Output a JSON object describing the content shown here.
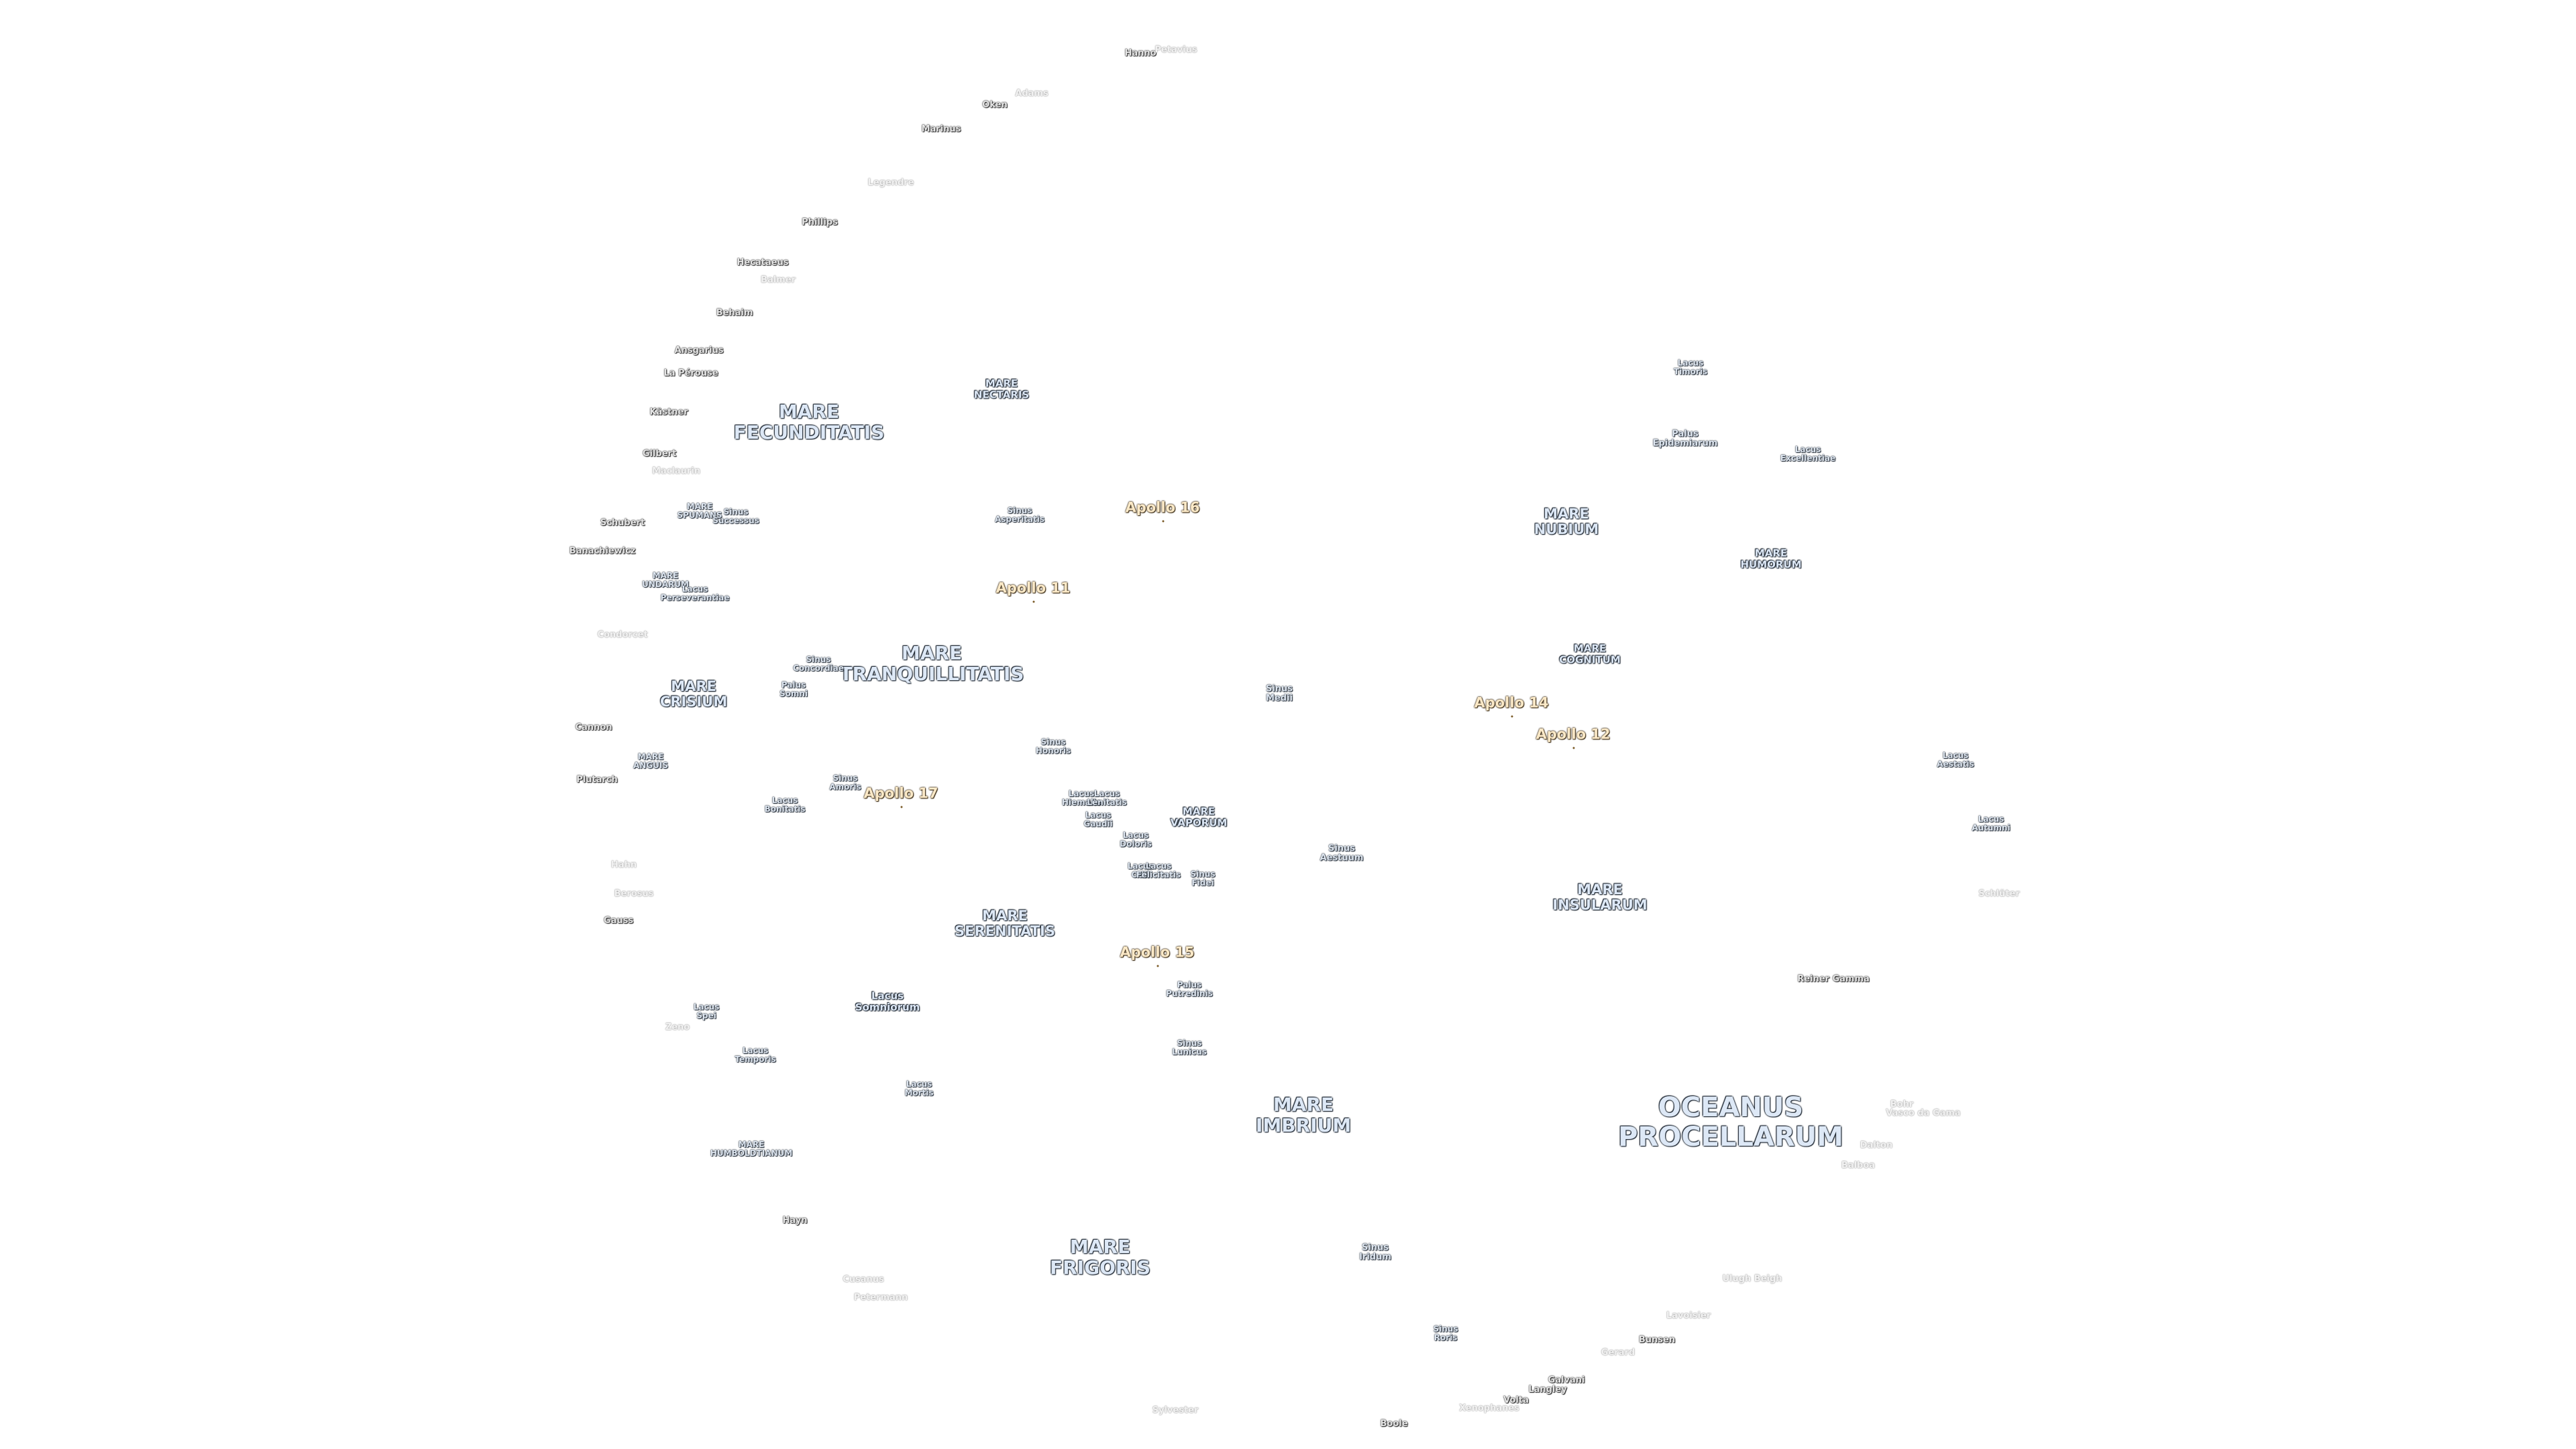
{
  "map": {
    "labels": [
      {
        "id": "oceanus-procellarum",
        "kind": "mare",
        "cls": "s-oceanus",
        "lines": [
          "OCEANUS",
          "PROCELLARUM"
        ]
      },
      {
        "id": "mare-imbrium",
        "kind": "mare",
        "cls": "s-mare-lg",
        "lines": [
          "MARE",
          "IMBRIUM"
        ]
      },
      {
        "id": "mare-frigoris",
        "kind": "mare",
        "cls": "s-mare-lg",
        "lines": [
          "MARE",
          "FRIGORIS"
        ]
      },
      {
        "id": "mare-serenitatis",
        "kind": "mare",
        "cls": "s-mare",
        "lines": [
          "MARE",
          "SERENITATIS"
        ]
      },
      {
        "id": "mare-tranquillitatis",
        "kind": "mare",
        "cls": "s-mare-lg",
        "lines": [
          "MARE",
          "TRANQUILLITATIS"
        ]
      },
      {
        "id": "mare-fecunditatis",
        "kind": "mare",
        "cls": "s-mare-lg",
        "lines": [
          "MARE",
          "FECUNDITATIS"
        ]
      },
      {
        "id": "mare-crisium",
        "kind": "mare",
        "cls": "s-mare",
        "lines": [
          "MARE",
          "CRISIUM"
        ]
      },
      {
        "id": "mare-nectaris",
        "kind": "mare",
        "cls": "s-mare-sm",
        "lines": [
          "MARE",
          "NECTARIS"
        ]
      },
      {
        "id": "mare-nubium",
        "kind": "mare",
        "cls": "s-mare",
        "lines": [
          "MARE",
          "NUBIUM"
        ]
      },
      {
        "id": "mare-humorum",
        "kind": "mare",
        "cls": "s-mare-sm",
        "lines": [
          "MARE",
          "HUMORUM"
        ]
      },
      {
        "id": "mare-cognitum",
        "kind": "mare",
        "cls": "s-mare-sm",
        "lines": [
          "MARE",
          "COGNITUM"
        ]
      },
      {
        "id": "mare-insularum",
        "kind": "mare",
        "cls": "s-mare",
        "lines": [
          "MARE",
          "INSULARUM"
        ]
      },
      {
        "id": "mare-vaporum",
        "kind": "mare",
        "cls": "s-mare-sm",
        "lines": [
          "MARE",
          "VAPORUM"
        ]
      },
      {
        "id": "mare-humboldtianum",
        "kind": "small",
        "cls": "s-tiny",
        "lines": [
          "MARE",
          "HUMBOLDTIANUM"
        ]
      },
      {
        "id": "mare-anguis",
        "kind": "small",
        "cls": "s-tiny",
        "lines": [
          "MARE",
          "ANGUIS"
        ]
      },
      {
        "id": "mare-undarum",
        "kind": "small",
        "cls": "s-tiny",
        "lines": [
          "MARE",
          "UNDARUM"
        ]
      },
      {
        "id": "mare-spumans",
        "kind": "small",
        "cls": "s-tiny",
        "lines": [
          "MARE",
          "SPUMANS"
        ]
      },
      {
        "id": "lacus-somniorum",
        "kind": "mare",
        "cls": "s-mare-sm",
        "lines": [
          "Lacus",
          "Somniorum"
        ]
      },
      {
        "id": "lacus-temporis",
        "kind": "small",
        "cls": "s-tiny",
        "lines": [
          "Lacus",
          "Temporis"
        ]
      },
      {
        "id": "lacus-spei",
        "kind": "small",
        "cls": "s-tiny",
        "lines": [
          "Lacus",
          "Spei"
        ]
      },
      {
        "id": "lacus-mortis",
        "kind": "small",
        "cls": "s-tiny",
        "lines": [
          "Lacus",
          "Mortis"
        ]
      },
      {
        "id": "lacus-bonitatis",
        "kind": "small",
        "cls": "s-tiny",
        "lines": [
          "Lacus",
          "Bonitatis"
        ]
      },
      {
        "id": "lacus-hiemalis",
        "kind": "small",
        "cls": "s-tiny",
        "lines": [
          "Lacus",
          "Hiemalis"
        ]
      },
      {
        "id": "lacus-lenitatis",
        "kind": "small",
        "cls": "s-tiny",
        "lines": [
          "Lacus",
          "Lenitatis"
        ]
      },
      {
        "id": "lacus-gaudii",
        "kind": "small",
        "cls": "s-tiny",
        "lines": [
          "Lacus",
          "Gaudii"
        ]
      },
      {
        "id": "lacus-doloris",
        "kind": "small",
        "cls": "s-tiny",
        "lines": [
          "Lacus",
          "Doloris"
        ]
      },
      {
        "id": "lacus-odii",
        "kind": "small",
        "cls": "s-tiny",
        "lines": [
          "Lacus",
          "Odii"
        ]
      },
      {
        "id": "lacus-felicitatis",
        "kind": "small",
        "cls": "s-tiny",
        "lines": [
          "Lacus",
          "Felicitatis"
        ]
      },
      {
        "id": "lacus-timoris",
        "kind": "small",
        "cls": "s-tiny",
        "lines": [
          "Lacus",
          "Timoris"
        ]
      },
      {
        "id": "lacus-excellentiae",
        "kind": "small",
        "cls": "s-tiny",
        "lines": [
          "Lacus",
          "Excellentiae"
        ]
      },
      {
        "id": "lacus-aestatis",
        "kind": "small",
        "cls": "s-tiny",
        "lines": [
          "Lacus",
          "Aestatis"
        ]
      },
      {
        "id": "lacus-autumni",
        "kind": "small",
        "cls": "s-tiny",
        "lines": [
          "Lacus",
          "Autumni"
        ]
      },
      {
        "id": "lacus-perseverantiae",
        "kind": "small",
        "cls": "s-tiny",
        "lines": [
          "Lacus",
          "Perseverantiae"
        ]
      },
      {
        "id": "sinus-iridum",
        "kind": "small",
        "cls": "s-crater",
        "lines": [
          "Sinus",
          "Iridum"
        ]
      },
      {
        "id": "sinus-roris",
        "kind": "small",
        "cls": "s-tiny",
        "lines": [
          "Sinus",
          "Roris"
        ]
      },
      {
        "id": "sinus-medii",
        "kind": "small",
        "cls": "s-crater",
        "lines": [
          "Sinus",
          "Medii"
        ]
      },
      {
        "id": "sinus-aestuum",
        "kind": "small",
        "cls": "s-crater",
        "lines": [
          "Sinus",
          "Aestuum"
        ]
      },
      {
        "id": "sinus-lunicus",
        "kind": "small",
        "cls": "s-tiny",
        "lines": [
          "Sinus",
          "Lunicus"
        ]
      },
      {
        "id": "sinus-fidei",
        "kind": "small",
        "cls": "s-tiny",
        "lines": [
          "Sinus",
          "Fidei"
        ]
      },
      {
        "id": "sinus-amoris",
        "kind": "small",
        "cls": "s-tiny",
        "lines": [
          "Sinus",
          "Amoris"
        ]
      },
      {
        "id": "sinus-concordiae",
        "kind": "small",
        "cls": "s-tiny",
        "lines": [
          "Sinus",
          "Concordiae"
        ]
      },
      {
        "id": "sinus-honoris",
        "kind": "small",
        "cls": "s-tiny",
        "lines": [
          "Sinus",
          "Honoris"
        ]
      },
      {
        "id": "sinus-asperitatis",
        "kind": "small",
        "cls": "s-tiny",
        "lines": [
          "Sinus",
          "Asperitatis"
        ]
      },
      {
        "id": "sinus-successus",
        "kind": "small",
        "cls": "s-tiny",
        "lines": [
          "Sinus",
          "Successus"
        ]
      },
      {
        "id": "palus-somni",
        "kind": "small",
        "cls": "s-tiny",
        "lines": [
          "Palus",
          "Somni"
        ]
      },
      {
        "id": "palus-putredinis",
        "kind": "small",
        "cls": "s-tiny",
        "lines": [
          "Palus",
          "Putredinis"
        ]
      },
      {
        "id": "palus-epidemiarum",
        "kind": "small",
        "cls": "s-crater",
        "lines": [
          "Palus",
          "Epidemiarum"
        ]
      },
      {
        "id": "apollo-11",
        "kind": "apollo",
        "cls": "s-apollo",
        "lines": [
          "Apollo 11"
        ]
      },
      {
        "id": "apollo-12",
        "kind": "apollo",
        "cls": "s-apollo",
        "lines": [
          "Apollo 12"
        ]
      },
      {
        "id": "apollo-14",
        "kind": "apollo",
        "cls": "s-apollo",
        "lines": [
          "Apollo 14"
        ]
      },
      {
        "id": "apollo-15",
        "kind": "apollo",
        "cls": "s-apollo",
        "lines": [
          "Apollo 15"
        ]
      },
      {
        "id": "apollo-16",
        "kind": "apollo",
        "cls": "s-apollo",
        "lines": [
          "Apollo 16"
        ]
      },
      {
        "id": "apollo-17",
        "kind": "apollo",
        "cls": "s-apollo",
        "lines": [
          "Apollo 17"
        ]
      },
      {
        "id": "reiner-gamma",
        "kind": "crater",
        "cls": "s-crater",
        "lines": [
          "Reiner Gamma"
        ]
      },
      {
        "id": "hanno",
        "kind": "crater",
        "cls": "s-crater",
        "lines": [
          "Hanno"
        ]
      },
      {
        "id": "petavius",
        "kind": "faint",
        "cls": "s-crater",
        "lines": [
          "Petavius"
        ]
      },
      {
        "id": "oken",
        "kind": "crater",
        "cls": "s-crater",
        "lines": [
          "Oken"
        ]
      },
      {
        "id": "marinus",
        "kind": "crater",
        "cls": "s-crater",
        "lines": [
          "Marinus"
        ]
      },
      {
        "id": "adams",
        "kind": "faint",
        "cls": "s-crater",
        "lines": [
          "Adams"
        ]
      },
      {
        "id": "legendre",
        "kind": "faint",
        "cls": "s-crater",
        "lines": [
          "Legendre"
        ]
      },
      {
        "id": "phillips",
        "kind": "crater",
        "cls": "s-crater",
        "lines": [
          "Phillips"
        ]
      },
      {
        "id": "hecataeus",
        "kind": "crater",
        "cls": "s-crater",
        "lines": [
          "Hecataeus"
        ]
      },
      {
        "id": "balmer",
        "kind": "faint",
        "cls": "s-crater",
        "lines": [
          "Balmer"
        ]
      },
      {
        "id": "behaim",
        "kind": "crater",
        "cls": "s-crater",
        "lines": [
          "Behaim"
        ]
      },
      {
        "id": "ansgarius",
        "kind": "crater",
        "cls": "s-crater",
        "lines": [
          "Ansgarius"
        ]
      },
      {
        "id": "la-perouse",
        "kind": "crater",
        "cls": "s-crater",
        "lines": [
          "La Pérouse"
        ]
      },
      {
        "id": "kastner",
        "kind": "crater",
        "cls": "s-crater",
        "lines": [
          "Kästner"
        ]
      },
      {
        "id": "gilbert",
        "kind": "crater",
        "cls": "s-crater",
        "lines": [
          "Gilbert"
        ]
      },
      {
        "id": "maclaurin",
        "kind": "faint",
        "cls": "s-crater",
        "lines": [
          "Maclaurin"
        ]
      },
      {
        "id": "schubert",
        "kind": "crater",
        "cls": "s-crater",
        "lines": [
          "Schubert"
        ]
      },
      {
        "id": "banachiewicz",
        "kind": "crater",
        "cls": "s-crater",
        "lines": [
          "Banachiewicz"
        ]
      },
      {
        "id": "condorcet",
        "kind": "faint",
        "cls": "s-crater",
        "lines": [
          "Condorcet"
        ]
      },
      {
        "id": "cannon",
        "kind": "crater",
        "cls": "s-crater",
        "lines": [
          "Cannon"
        ]
      },
      {
        "id": "plutarch",
        "kind": "crater",
        "cls": "s-crater",
        "lines": [
          "Plutarch"
        ]
      },
      {
        "id": "hahn",
        "kind": "faint",
        "cls": "s-crater",
        "lines": [
          "Hahn"
        ]
      },
      {
        "id": "berosus",
        "kind": "faint",
        "cls": "s-crater",
        "lines": [
          "Berosus"
        ]
      },
      {
        "id": "gauss",
        "kind": "crater",
        "cls": "s-crater",
        "lines": [
          "Gauss"
        ]
      },
      {
        "id": "zeno",
        "kind": "faint",
        "cls": "s-crater",
        "lines": [
          "Zeno"
        ]
      },
      {
        "id": "hayn",
        "kind": "crater",
        "cls": "s-crater",
        "lines": [
          "Hayn"
        ]
      },
      {
        "id": "cusanus",
        "kind": "faint",
        "cls": "s-crater",
        "lines": [
          "Cusanus"
        ]
      },
      {
        "id": "petermann",
        "kind": "faint",
        "cls": "s-crater",
        "lines": [
          "Petermann"
        ]
      },
      {
        "id": "sylvester",
        "kind": "faint",
        "cls": "s-crater",
        "lines": [
          "Sylvester"
        ]
      },
      {
        "id": "boole",
        "kind": "crater",
        "cls": "s-crater",
        "lines": [
          "Boole"
        ]
      },
      {
        "id": "xenophanes",
        "kind": "faint",
        "cls": "s-crater",
        "lines": [
          "Xenophanes"
        ]
      },
      {
        "id": "volta",
        "kind": "crater",
        "cls": "s-crater",
        "lines": [
          "Volta"
        ]
      },
      {
        "id": "langley",
        "kind": "crater",
        "cls": "s-crater",
        "lines": [
          "Langley"
        ]
      },
      {
        "id": "galvani",
        "kind": "crater",
        "cls": "s-crater",
        "lines": [
          "Galvani"
        ]
      },
      {
        "id": "gerard",
        "kind": "faint",
        "cls": "s-crater",
        "lines": [
          "Gerard"
        ]
      },
      {
        "id": "bunsen",
        "kind": "crater",
        "cls": "s-crater",
        "lines": [
          "Bunsen"
        ]
      },
      {
        "id": "lavoisier",
        "kind": "faint",
        "cls": "s-crater",
        "lines": [
          "Lavoisier"
        ]
      },
      {
        "id": "ulugh-beigh",
        "kind": "faint",
        "cls": "s-crater",
        "lines": [
          "Ulugh Beigh"
        ]
      },
      {
        "id": "balboa",
        "kind": "faint",
        "cls": "s-crater",
        "lines": [
          "Balboa"
        ]
      },
      {
        "id": "dalton",
        "kind": "faint",
        "cls": "s-crater",
        "lines": [
          "Dalton"
        ]
      },
      {
        "id": "vasco-da-gama",
        "kind": "faint",
        "cls": "s-crater",
        "lines": [
          "Vasco da Gama"
        ]
      },
      {
        "id": "bohr",
        "kind": "faint",
        "cls": "s-crater",
        "lines": [
          "Bohr"
        ]
      },
      {
        "id": "schluter",
        "kind": "faint",
        "cls": "s-crater",
        "lines": [
          "Schlüter"
        ]
      }
    ]
  }
}
